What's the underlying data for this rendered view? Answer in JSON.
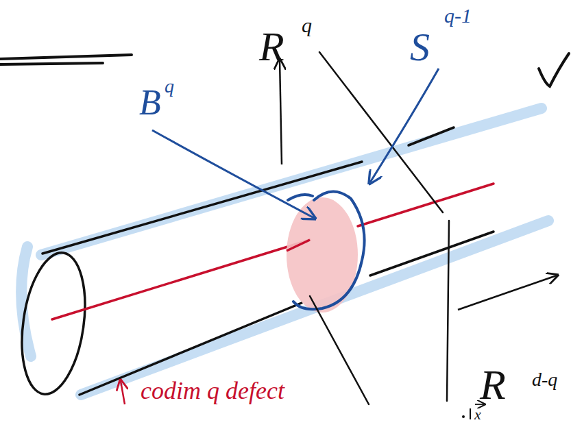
{
  "diagram": {
    "labels": [
      "R",
      "q",
      "S",
      "q-1",
      "B",
      "q",
      "codim q defect",
      "R",
      "d-q",
      "x"
    ]
  }
}
